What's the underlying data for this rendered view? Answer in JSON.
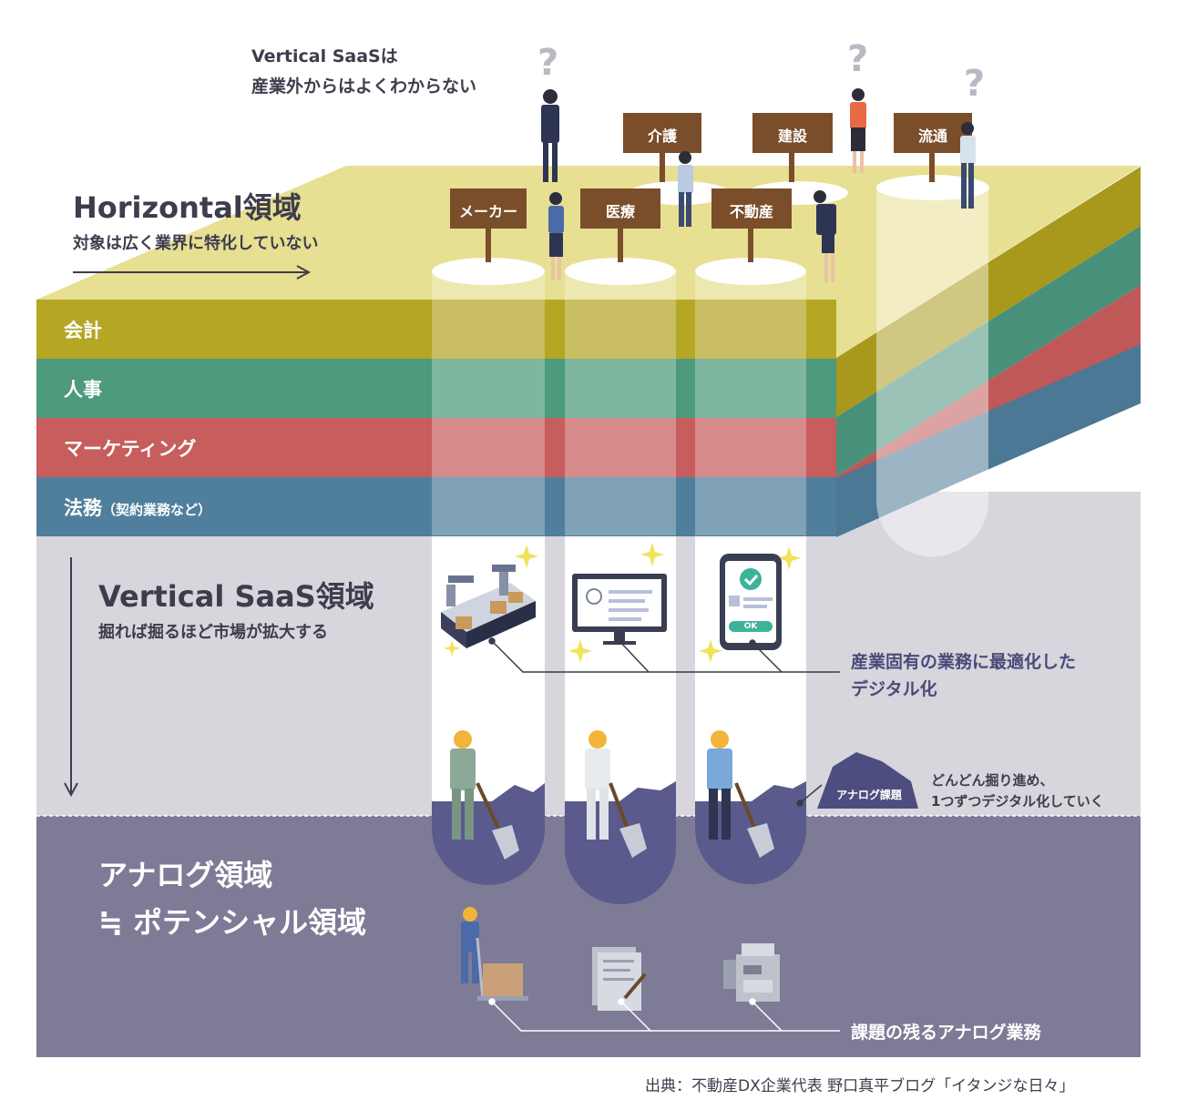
{
  "header_note": {
    "line1": "Vertical SaaSは",
    "line2": "産業外からはよくわからない"
  },
  "horizontal": {
    "title": "Horizontal領域",
    "subtitle": "対象は広く業界に特化していない"
  },
  "layers": [
    {
      "label": "会計",
      "color": "#b5a624"
    },
    {
      "label": "人事",
      "color": "#4e9a7c"
    },
    {
      "label": "マーケティング",
      "color": "#c75d5d"
    },
    {
      "label": "法務",
      "note": "（契約業務など）",
      "color": "#4f7f9c"
    }
  ],
  "signs": [
    "メーカー",
    "医療",
    "不動産",
    "介護",
    "建設",
    "流通"
  ],
  "vertical": {
    "title": "Vertical SaaS領域",
    "subtitle": "掘れば掘るほど市場が拡大する"
  },
  "callout_digital": {
    "line1": "産業固有の業務に最適化した",
    "line2": "デジタル化"
  },
  "phone_ok": "OK",
  "analog_badge": "アナログ課題",
  "callout_dig": {
    "line1": "どんどん掘り進め、",
    "line2": "1つずつデジタル化していく"
  },
  "analog": {
    "title1": "アナログ領域",
    "title2": "≒ ポテンシャル領域"
  },
  "callout_analog": "課題の残るアナログ業務",
  "source": "出典：不動産DX企業代表 野口真平ブログ「イタンジな日々」",
  "icons": [
    "question-icon",
    "businessperson-icon",
    "robot-arm-conveyor-icon",
    "monitor-checklist-icon",
    "smartphone-check-icon",
    "sparkle-icon",
    "worker-digging-icon",
    "hand-truck-worker-icon",
    "documents-icon",
    "fax-machine-icon"
  ],
  "colors": {
    "top": "#e7df92",
    "analog_band": "#7d7b96",
    "vertical_band": "#d6d6dc",
    "hole": "#5a5a8c",
    "text_dark": "#3d3d4d",
    "callout_text": "#4a4a7a"
  }
}
